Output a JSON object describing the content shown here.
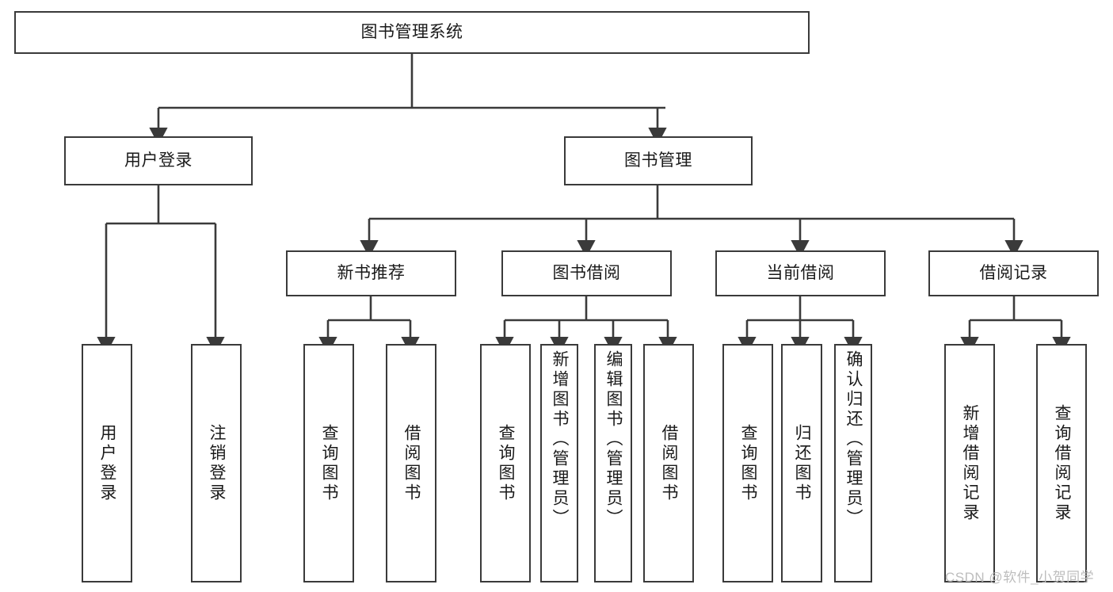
{
  "diagram": {
    "title": "图书管理系统",
    "type": "hierarchy-tree",
    "root": {
      "id": "root",
      "label": "图书管理系统"
    },
    "level2": [
      {
        "id": "user-login",
        "label": "用户登录"
      },
      {
        "id": "book-manage",
        "label": "图书管理"
      }
    ],
    "level3": [
      {
        "id": "new-book-recommend",
        "label": "新书推荐"
      },
      {
        "id": "book-borrow",
        "label": "图书借阅"
      },
      {
        "id": "current-borrow",
        "label": "当前借阅"
      },
      {
        "id": "borrow-record",
        "label": "借阅记录"
      }
    ],
    "leaves": [
      {
        "id": "leaf-user-login",
        "label": "用户登录",
        "parent": "user-login"
      },
      {
        "id": "leaf-logout-login",
        "label": "注销登录",
        "parent": "user-login"
      },
      {
        "id": "leaf-query-book-1",
        "label": "查询图书",
        "parent": "new-book-recommend"
      },
      {
        "id": "leaf-borrow-book-1",
        "label": "借阅图书",
        "parent": "new-book-recommend"
      },
      {
        "id": "leaf-query-book-2",
        "label": "查询图书",
        "parent": "book-borrow"
      },
      {
        "id": "leaf-add-book",
        "label": "新增图书（管理员）",
        "parent": "book-borrow"
      },
      {
        "id": "leaf-edit-book",
        "label": "编辑图书（管理员）",
        "parent": "book-borrow"
      },
      {
        "id": "leaf-borrow-book-2",
        "label": "借阅图书",
        "parent": "book-borrow"
      },
      {
        "id": "leaf-query-book-3",
        "label": "查询图书",
        "parent": "current-borrow"
      },
      {
        "id": "leaf-return-book",
        "label": "归还图书",
        "parent": "current-borrow"
      },
      {
        "id": "leaf-confirm-return",
        "label": "确认归还（管理员）",
        "parent": "current-borrow"
      },
      {
        "id": "leaf-add-record",
        "label": "新增借阅记录",
        "parent": "borrow-record"
      },
      {
        "id": "leaf-query-record",
        "label": "查询借阅记录",
        "parent": "borrow-record"
      }
    ],
    "colors": {
      "stroke": "#3a3a3a",
      "text": "#1a1a1a",
      "background": "#ffffff",
      "watermark": "#bdbdbd"
    }
  },
  "watermark": {
    "text": "CSDN @软件_小贺同学"
  }
}
